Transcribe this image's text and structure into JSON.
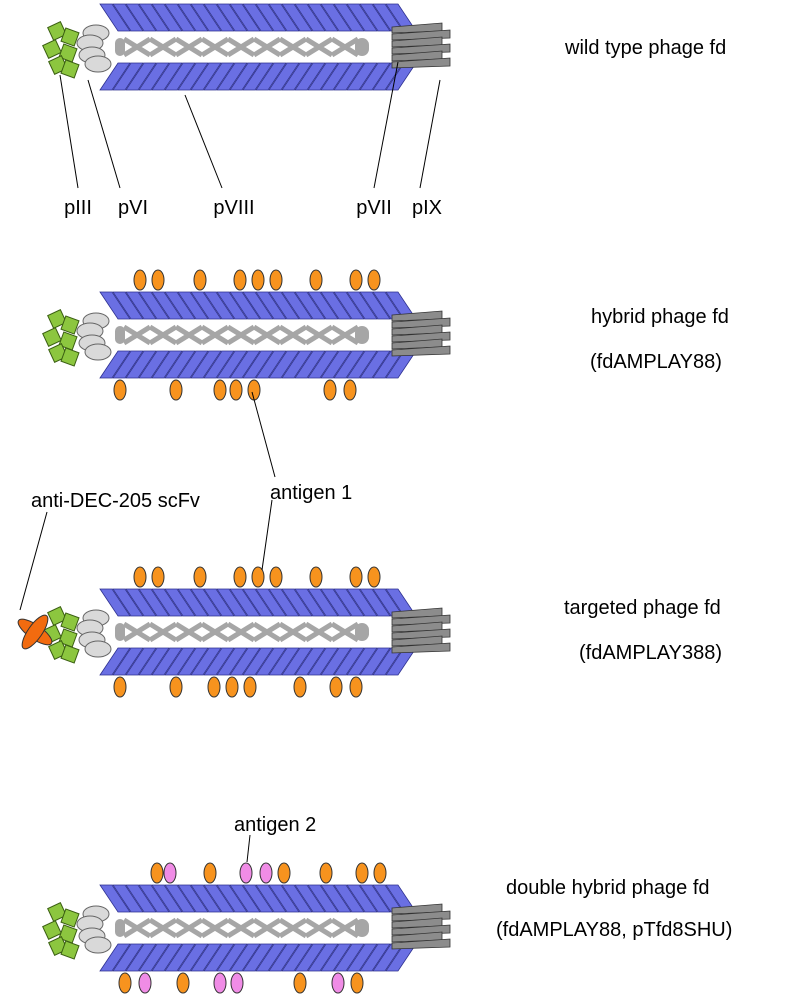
{
  "colors": {
    "coat_protein": "#6A6FE3",
    "coat_outline": "#2E3190",
    "p3": "#8CC63F",
    "p6": "#D9D9D9",
    "p7_p9": "#8C8C8C",
    "dna": "#A6A6A6",
    "antigen1": "#F7931E",
    "antigen2": "#F08CE6",
    "scfv": "#F26B0F"
  },
  "labels": {
    "piii": "pIII",
    "pvi": "pVI",
    "pviii": "pVIII",
    "pvii": "pVII",
    "pix": "pIX",
    "antigen1": "antigen 1",
    "antigen2": "antigen 2",
    "scfv": "anti-DEC-205 scFv"
  },
  "phages": [
    {
      "name": "wild type phage fd",
      "plasmid": ""
    },
    {
      "name": "hybrid phage fd",
      "plasmid": "(fdAMPLAY88)"
    },
    {
      "name": "targeted phage fd",
      "plasmid": "(fdAMPLAY388)"
    },
    {
      "name": "double hybrid phage fd",
      "plasmid": "(fdAMPLAY88, pTfd8SHU)"
    }
  ],
  "icons": {
    "p3": "green-diamond",
    "p6": "gray-ellipse",
    "p7_p9": "gray-bars",
    "antigen": "ellipse",
    "scfv": "crossed-ellipses"
  }
}
